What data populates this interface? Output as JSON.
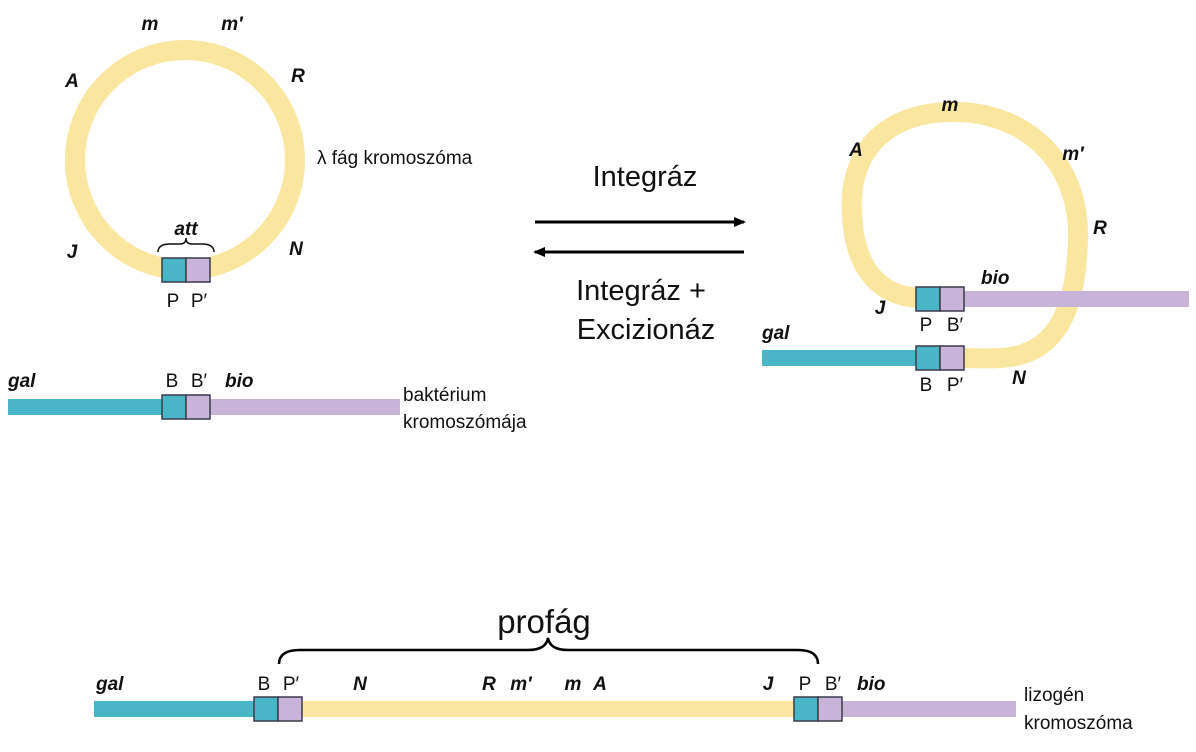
{
  "colors": {
    "phage": "#fbe6a0",
    "gal": "#49b6c8",
    "bio": "#c8b4d8",
    "site_border": "#3a3a4a",
    "arrow": "#000000"
  },
  "phage_circle": {
    "genes": {
      "m": "m",
      "m_prime": "m′",
      "A": "A",
      "R": "R",
      "J": "J",
      "N": "N"
    },
    "label": "λ fág kromoszóma",
    "att": "att",
    "site_P": "P",
    "site_P_prime": "P′"
  },
  "bacterial_chromosome": {
    "gal": "gal",
    "bio": "bio",
    "site_B": "B",
    "site_B_prime": "B′",
    "label_line1": "baktérium",
    "label_line2": "kromoszómája"
  },
  "reaction": {
    "forward": "Integráz",
    "reverse_line1": "Integráz +",
    "reverse_line2": "Excizionáz"
  },
  "intermediate": {
    "genes": {
      "m": "m",
      "A": "A",
      "m_prime": "m′",
      "R": "R",
      "J": "J",
      "N": "N"
    },
    "bio": "bio",
    "gal": "gal",
    "top_sites": {
      "P": "P",
      "B_prime": "B′"
    },
    "bottom_sites": {
      "B": "B",
      "P_prime": "P′"
    }
  },
  "lysogen": {
    "brace_label": "profág",
    "gal": "gal",
    "bio": "bio",
    "sites": {
      "B": "B",
      "P_prime": "P′",
      "P": "P",
      "B_prime": "B′"
    },
    "genes": {
      "N": "N",
      "R": "R",
      "m_prime": "m′",
      "m": "m",
      "A": "A",
      "J": "J"
    },
    "label_line1": "lizogén",
    "label_line2": "kromoszóma"
  }
}
